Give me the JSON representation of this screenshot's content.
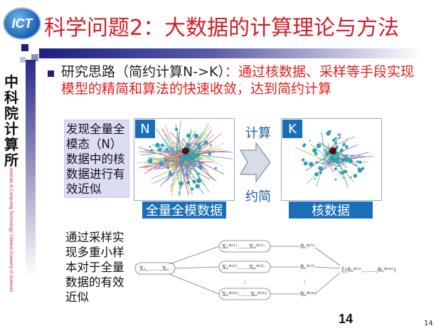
{
  "logo": "ICT",
  "title": "科学问题2：大数据的计算理论与方法",
  "sidebar": {
    "calligraphy": "中科院计算所",
    "english": "Institute of Computing Technology, Chinese Academy of Sciences"
  },
  "bullet": {
    "lead": "研究思路（简约计算N->K）",
    "rest": "：通过核数据、采样等手段实现模型的精简和算法的快速收敛，达到简约计算"
  },
  "box1": "发现全量全模态（N）数据中的核数据进行有效近似",
  "box2": "通过采样实现多重小样本对于全量数据的有效近似",
  "full_graph": {
    "corner": "N",
    "label": "全量全模数据"
  },
  "core_graph": {
    "corner": "K",
    "label": "核数据"
  },
  "arrow": {
    "top": "计算",
    "bottom": "约简"
  },
  "diagram": {
    "source": "X₁,……,Xₙ",
    "samples": [
      "X₁*⁽¹⁾……Xₙ*⁽¹⁾",
      "X₁*⁽²⁾……Xₙ*⁽²⁾",
      "X₁*⁽ᵐ⁾……Xₙ*⁽ᵐ⁾"
    ],
    "estimates": [
      "θ̂ₙ*⁽¹⁾",
      "θ̂ₙ*⁽²⁾",
      "θ̂ₙ*⁽ᵐ⁾"
    ],
    "result": "ξ(θ̂ₙ*⁽¹⁾,……,θ̂ₙ*⁽ᵐ⁾)",
    "dots": "⋮"
  },
  "page_number_large": "14",
  "page_number_small": "14"
}
